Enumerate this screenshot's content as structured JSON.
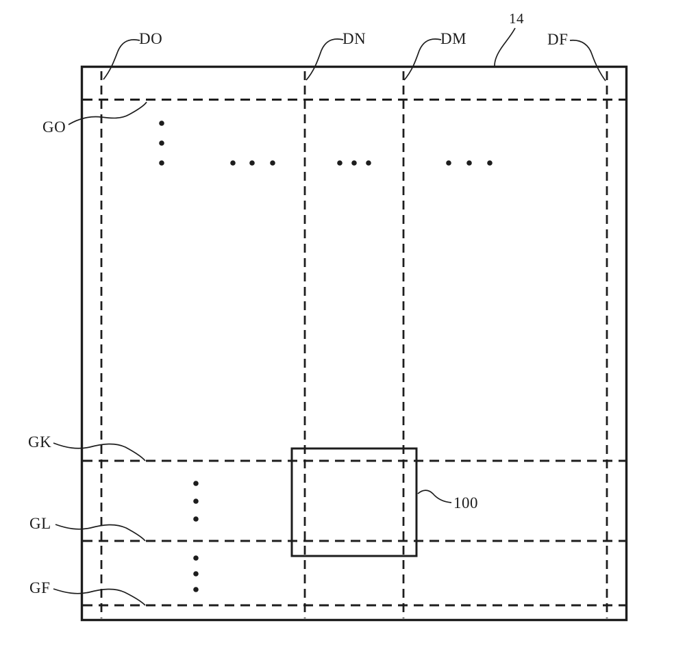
{
  "figure": {
    "reference_numbers": {
      "panel": "14",
      "region": "100"
    },
    "data_line_labels": {
      "do": "DO",
      "dn": "DN",
      "dm": "DM",
      "df": "DF"
    },
    "gate_line_labels": {
      "go": "GO",
      "gk": "GK",
      "gl": "GL",
      "gf": "GF"
    },
    "colors": {
      "ink": "#1d1d1d",
      "background": "#ffffff"
    }
  }
}
